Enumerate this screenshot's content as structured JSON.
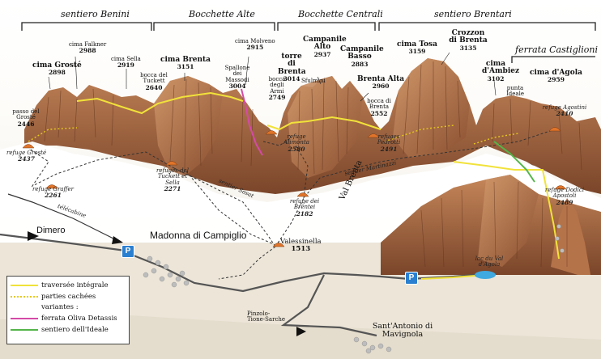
{
  "sections": {
    "benini": "sentiero Benini",
    "alte": "Bocchette Alte",
    "centrali": "Bocchette Centrali",
    "brentari": "sentiero Brentari",
    "castiglioni": "ferrata Castiglioni"
  },
  "peaks": {
    "falkner": {
      "name": "cima Falkner",
      "alt": "2988"
    },
    "groste": {
      "name": "cima Grosté",
      "alt": "2898"
    },
    "sella": {
      "name": "cima Sella",
      "alt": "2919"
    },
    "brenta": {
      "name": "cima Brenta",
      "alt": "3151"
    },
    "tuckett": {
      "name": "bocca del Tuckett",
      "alt": "2640"
    },
    "molveno": {
      "name": "cima Molveno",
      "alt": "2915"
    },
    "spallone": {
      "name": "Spallone dei Massodi",
      "alt": "3004"
    },
    "armi": {
      "name": "bocca degli Armi",
      "alt": "2749"
    },
    "torre": {
      "name": "torre di Brenta",
      "alt": "3014"
    },
    "sfulmini": {
      "name": "Sfulmini",
      "alt": ""
    },
    "c_alto": {
      "name": "Campanile Alto",
      "alt": "2937"
    },
    "c_basso": {
      "name": "Campanile Basso",
      "alt": "2883"
    },
    "brenta_alta": {
      "name": "Brenta Alta",
      "alt": "2960"
    },
    "bocca_brenta": {
      "name": "bocca di Brenta",
      "alt": "2552"
    },
    "tosa": {
      "name": "cima Tosa",
      "alt": "3159"
    },
    "crozzon": {
      "name": "Crozzon di Brenta",
      "alt": "3135"
    },
    "ambiez": {
      "name": "cima d'Ambiez",
      "alt": "3102"
    },
    "punta_ideale": {
      "name": "punta Ideale",
      "alt": ""
    },
    "agola": {
      "name": "cima d'Agola",
      "alt": "2959"
    },
    "passo_groste": {
      "name": "passo del Grosté",
      "alt": "2446"
    }
  },
  "refuges": {
    "groste": {
      "name": "refuge Grosté",
      "alt": "2437"
    },
    "graffer": {
      "name": "refuge Graffer",
      "alt": "2261"
    },
    "tuckett": {
      "name": "refuges del Tuckett et Sella",
      "alt": "2271"
    },
    "alimonta": {
      "name": "refuge Alimonta",
      "alt": "2580"
    },
    "pedrotti": {
      "name": "refuges Pedrotti",
      "alt": "2491"
    },
    "brentei": {
      "name": "refuge dei Brentei",
      "alt": "2182"
    },
    "agostini": {
      "name": "refuge Agostini",
      "alt": "2410"
    },
    "dodici": {
      "name": "refuge Dodici Apostoli",
      "alt": "2489"
    }
  },
  "places": {
    "campiglio": "Madonna di Campiglio",
    "valesinella": {
      "name": "Valessinella",
      "alt": "1513"
    },
    "santantonio": "Sant'Antonio di Mavignola",
    "dimero": "Dimero",
    "pinzolo": "Pinzolo- Tione-Sarche",
    "telecabine": "télécabine",
    "lac": "lac du Val d'Agola",
    "val_brenta": "Val Brenta",
    "s_sent": "sentier Sosat",
    "s_martinazzi": "sentier Martinazzi"
  },
  "parking": "P",
  "legend": {
    "integrale": "traversée intégrale",
    "cachees": "parties cachées",
    "variantes": "variantes :",
    "detassis": "ferrata Oliva Detassis",
    "ideale": "sentiero dell'Ideale"
  },
  "colors": {
    "rock": "#b5734a",
    "rock_dark": "#6e3f24",
    "snow": "#ffffff",
    "integrale": "#f1e23a",
    "detassis": "#d44aa8",
    "ideale": "#54b54a",
    "refuge": "#e0742a",
    "parking": "#2a7fd0",
    "lake": "#3fa9e0"
  }
}
